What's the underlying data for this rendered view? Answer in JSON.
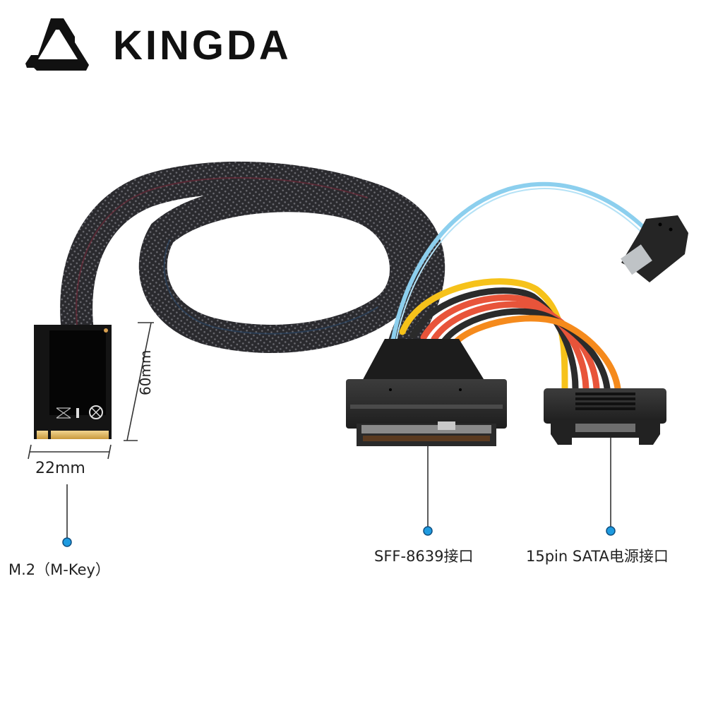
{
  "brand": {
    "name": "KINGDA",
    "logo_icon": "triangle-logo-icon"
  },
  "product": {
    "description": "M.2 M-Key to SFF-8639 (U.2) cable with 15pin SATA power",
    "dimensions": {
      "height_label": "60mm",
      "width_label": "22mm"
    },
    "callouts": [
      {
        "id": "m2",
        "label": "M.2（M-Key）"
      },
      {
        "id": "sff",
        "label": "SFF-8639接口"
      },
      {
        "id": "sata",
        "label": "15pin SATA电源接口"
      }
    ]
  },
  "colors": {
    "callout_dot": "#1e9be0",
    "leader_line": "#333333",
    "sleeve": "#2a2a2e",
    "sata_data_cable": "#8ccfee",
    "wire_yellow": "#f6c21a",
    "wire_red": "#e8543a",
    "wire_orange": "#f58a1c",
    "wire_black": "#2b2b2b",
    "connector_body": "#2e2e2e"
  }
}
